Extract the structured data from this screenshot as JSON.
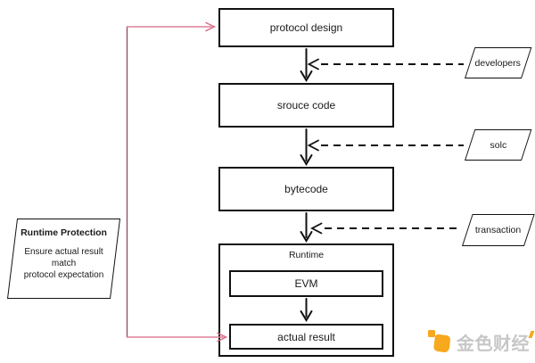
{
  "flow": {
    "protocol_design": "protocol design",
    "source_code": "srouce code",
    "bytecode": "bytecode",
    "runtime": {
      "label": "Runtime",
      "evm": "EVM",
      "actual_result": "actual result"
    }
  },
  "inputs": {
    "developers": "developers",
    "solc": "solc",
    "transaction": "transaction"
  },
  "protection": {
    "title": "Runtime Protection",
    "lines": [
      "Ensure actual result",
      "match",
      "protocol expectation"
    ]
  },
  "watermark": {
    "text": "金色财经"
  },
  "colors": {
    "stroke": "#111111",
    "protection_line_vertical": "#94506a",
    "protection_line_horizontal": "#dd8099",
    "watermark_orange": "#f7a81d",
    "watermark_gray": "#c7c7c7"
  }
}
